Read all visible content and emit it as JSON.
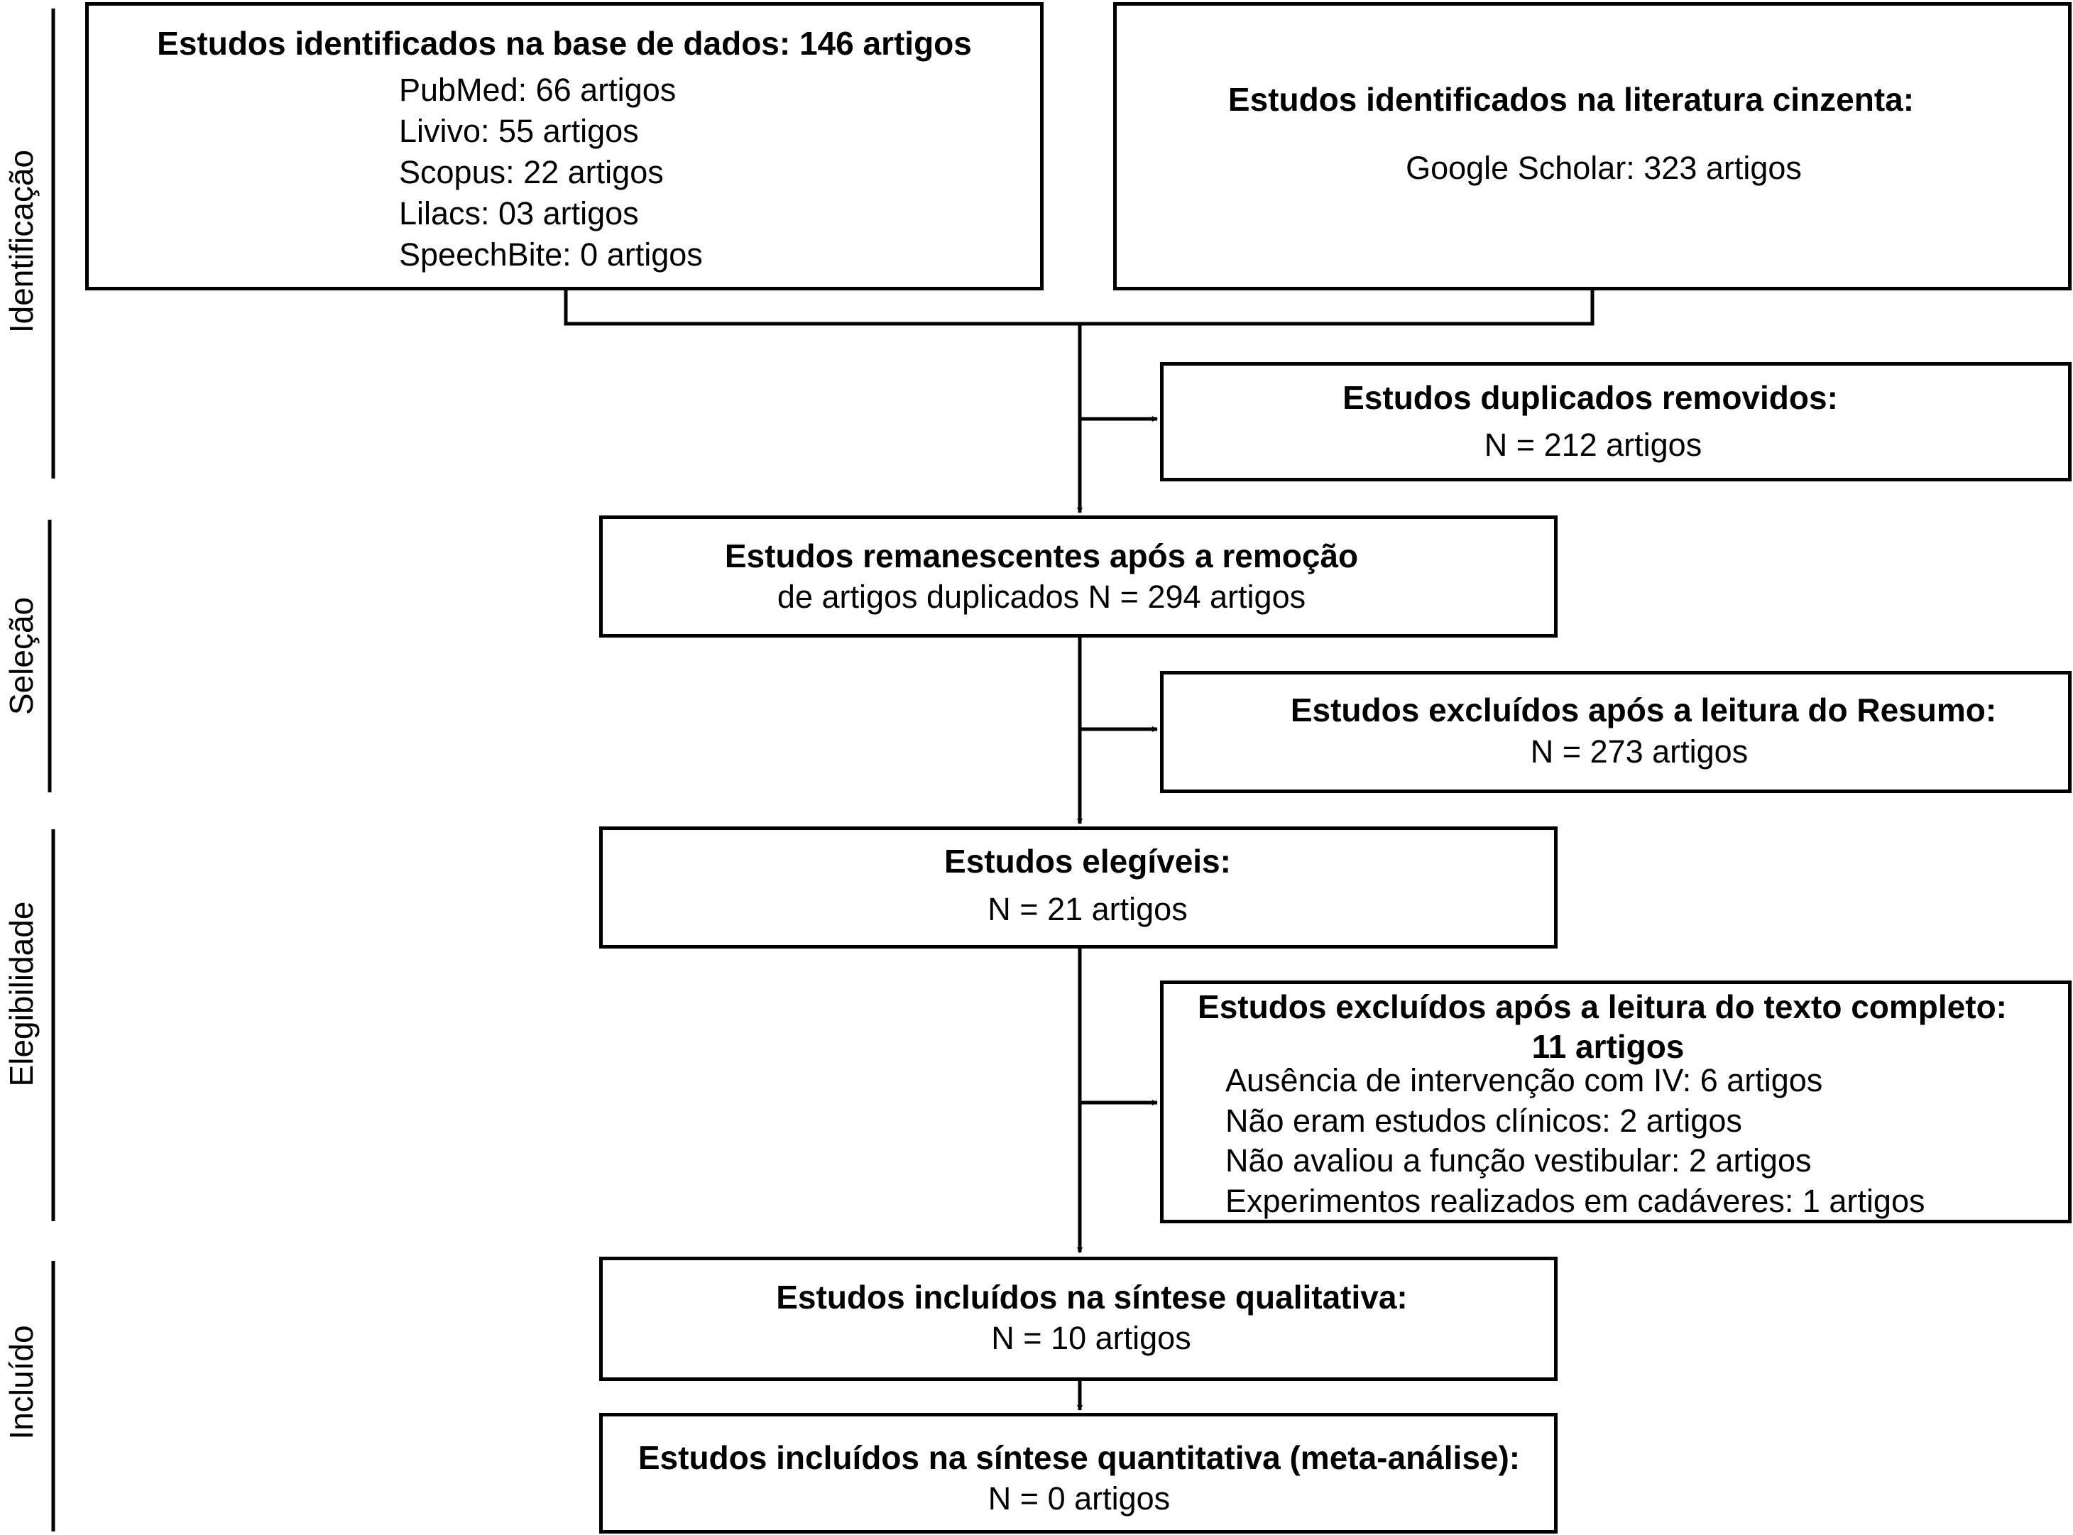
{
  "phases": {
    "identificacao": "Identificação",
    "selecao": "Seleção",
    "elegibilidade": "Elegibilidade",
    "incluido": "Incluído"
  },
  "database": {
    "title": "Estudos identificados na base de dados: 146 artigos",
    "sources": [
      "PubMed: 66 artigos",
      "Livivo: 55 artigos",
      "Scopus:  22 artigos",
      "Lilacs:  03 artigos",
      "SpeechBite: 0 artigos"
    ]
  },
  "grey_literature": {
    "title": "Estudos identificados na literatura cinzenta:",
    "source": "Google Scholar: 323  artigos"
  },
  "duplicates": {
    "title": "Estudos duplicados removidos:",
    "count": "N = 212 artigos"
  },
  "remaining": {
    "line1": "Estudos remanescentes após a remoção",
    "line2": "de artigos duplicados N = 294 artigos"
  },
  "excluded_abstract": {
    "title": "Estudos excluídos após a leitura do Resumo:",
    "count": "N = 273 artigos"
  },
  "eligible": {
    "title": "Estudos elegíveis:",
    "count": "N = 21 artigos"
  },
  "excluded_fulltext": {
    "title_line1": "Estudos excluídos após a leitura do texto completo:",
    "title_line2": "11 artigos",
    "reasons": [
      "Ausência de intervenção com IV: 6 artigos",
      "Não eram estudos clínicos: 2 artigos",
      "Não avaliou a função vestibular:  2 artigos",
      "Experimentos realizados em cadáveres: 1 artigos"
    ]
  },
  "qualitative": {
    "title": "Estudos incluídos na síntese qualitativa:",
    "count": "N = 10 artigos"
  },
  "quantitative": {
    "title": "Estudos incluídos na síntese quantitativa (meta-análise):",
    "count": "N = 0 artigos"
  }
}
